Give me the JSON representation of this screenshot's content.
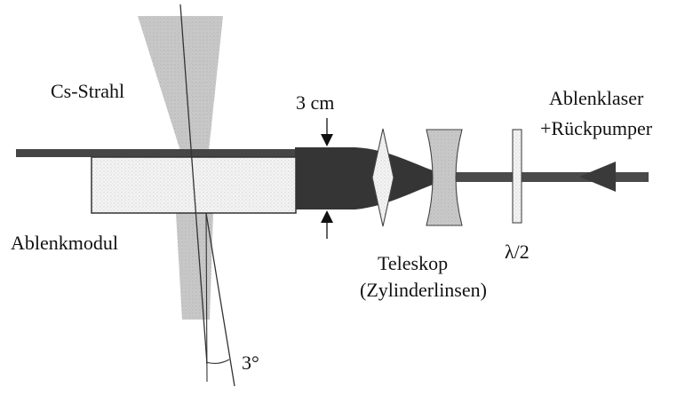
{
  "labels": {
    "cs_beam": "Cs-Strahl",
    "width": "3 cm",
    "laser_line1": "Ablenklaser",
    "laser_line2": "+Rückpumper",
    "module": "Ablenkmodul",
    "waveplate": "λ/2",
    "telescope_line1": "Teleskop",
    "telescope_line2": "(Zylinderlinsen)",
    "angle": "3°"
  }
}
